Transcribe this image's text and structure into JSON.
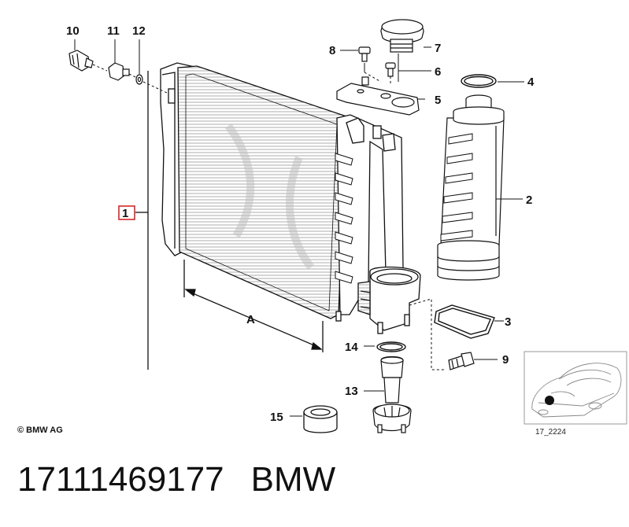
{
  "callouts": {
    "c1": "1",
    "c2": "2",
    "c3": "3",
    "c4": "4",
    "c5": "5",
    "c6": "6",
    "c7": "7",
    "c8": "8",
    "c9": "9",
    "c10": "10",
    "c11": "11",
    "c12": "12",
    "c13": "13",
    "c14": "14",
    "c15": "15",
    "dimA": "A"
  },
  "copyright": "© BMW AG",
  "thumbnail_code": "17_2224",
  "footer": {
    "part_number": "17111469177",
    "brand": "BMW"
  },
  "colors": {
    "highlight": "#d62828",
    "line": "#111111"
  }
}
